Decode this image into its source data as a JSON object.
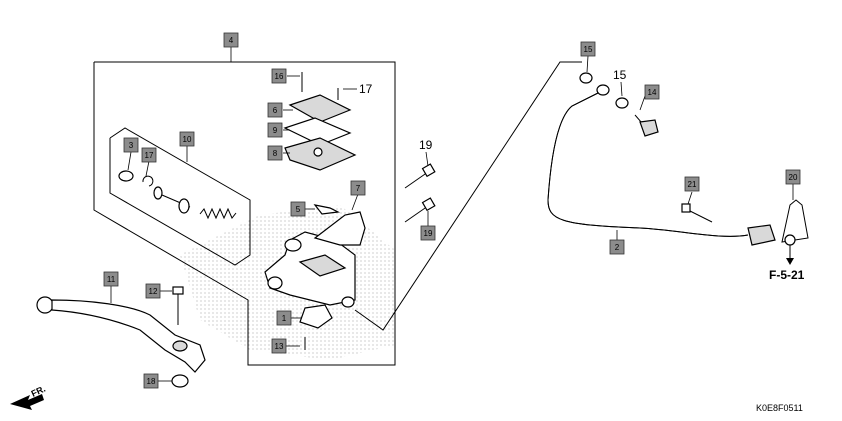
{
  "diagram": {
    "callouts": [
      "1",
      "2",
      "3",
      "4",
      "5",
      "6",
      "7",
      "8",
      "9",
      "10",
      "11",
      "12",
      "13",
      "14",
      "15",
      "15",
      "16",
      "17",
      "17",
      "18",
      "19",
      "19",
      "20",
      "21"
    ],
    "cross_ref": "F-5-21",
    "drawing_code": "K0E8F0511",
    "direction": "FR.",
    "colors": {
      "tag_fill": "#8c8c8c",
      "line": "#000000",
      "background": "#ffffff"
    }
  }
}
